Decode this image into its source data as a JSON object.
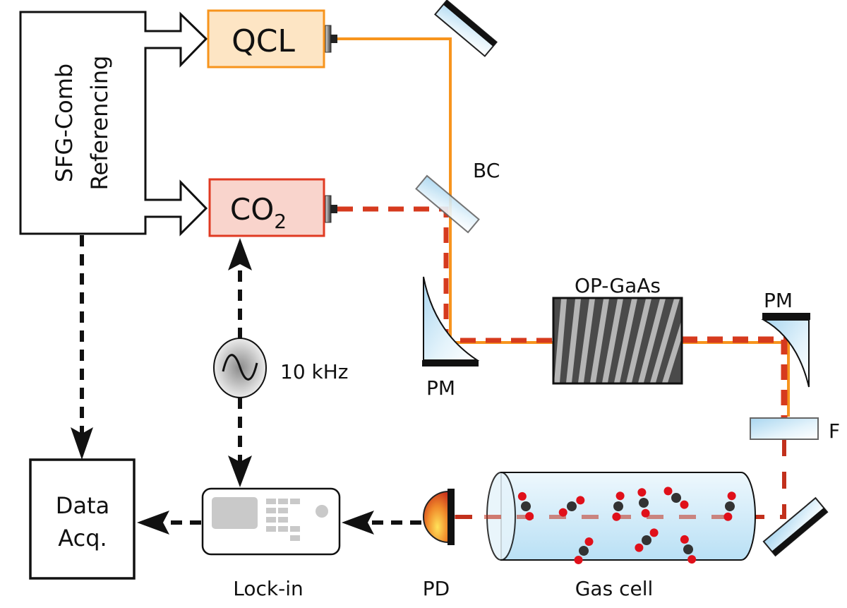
{
  "diagram": {
    "type": "optical-setup-schematic",
    "colors": {
      "qcl_beam": "#f7941d",
      "co2_beam": "#d63a1e",
      "qcl_fill": "#fde5c4",
      "qcl_border": "#f7941d",
      "co2_fill": "#f9d4cc",
      "co2_border": "#e03a22",
      "optic_glass": "#cde9f7",
      "gas_cell": "#d6eefa",
      "crystal_dark": "#4a4a4a",
      "crystal_light": "#b5b5b5",
      "molecule_oxygen": "#e0101a",
      "molecule_carbon": "#333333",
      "signal_line": "#111111"
    },
    "blocks": {
      "sfg": {
        "line1": "SFG-Comb",
        "line2": "Referencing"
      },
      "qcl": {
        "label": "QCL"
      },
      "co2": {
        "label": "CO",
        "subscript": "2"
      },
      "data_acq": {
        "line1": "Data",
        "line2": "Acq."
      }
    },
    "labels": {
      "bc": "BC",
      "crystal": "OP-GaAs",
      "pm_left": "PM",
      "pm_right": "PM",
      "filter": "F",
      "modulation": "10 kHz",
      "lock_in": "Lock-in",
      "pd": "PD",
      "gas_cell": "Gas cell"
    },
    "icons": {
      "oscillator": "sine-wave-icon",
      "lock_in": "lock-in-amplifier-icon",
      "detector": "photodetector-icon",
      "molecule": "co2-molecule-icon"
    }
  }
}
